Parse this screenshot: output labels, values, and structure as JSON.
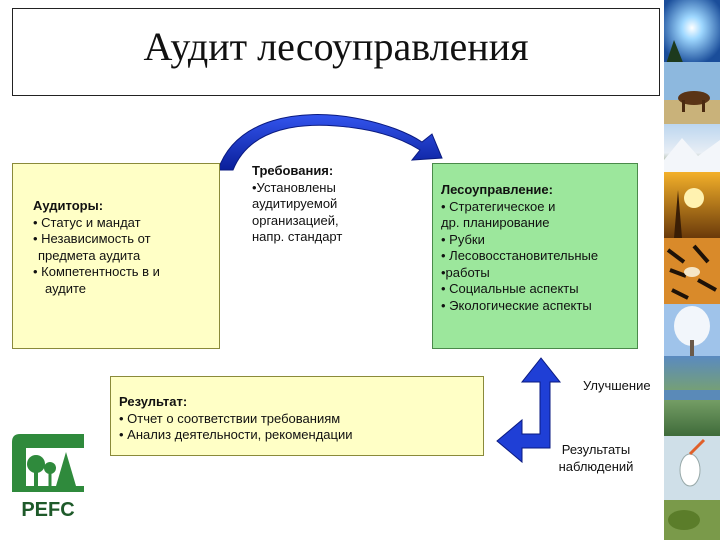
{
  "title": "Аудит лесоуправления",
  "auditors": {
    "heading": "Аудиторы:",
    "lines": [
      "• Статус и мандат",
      "• Независимость от",
      "предмета аудита",
      "• Компетентность в и",
      "аудите"
    ]
  },
  "requirements": {
    "heading": "Требования:",
    "lines": [
      "•Установлены",
      "аудитируемой",
      "организацией,",
      "напр. стандарт"
    ]
  },
  "forest": {
    "heading": "Лесоуправление:",
    "lines": [
      "• Стратегическое и",
      "др. планирование",
      "• Рубки",
      "• Лесовосстановительные",
      "•работы",
      "• Социальные аспекты",
      "• Экологические аспекты"
    ]
  },
  "result": {
    "heading": "Результат:",
    "lines": [
      "• Отчет о соответствии требованиям",
      "• Анализ деятельности, рекомендации"
    ]
  },
  "improvement_label": "Улучшение",
  "observations_label": [
    "Результаты",
    "наблюдений"
  ],
  "logo": {
    "text": "PEFC",
    "colors": {
      "green": "#2f8a3c",
      "dark": "#1e5a2a"
    }
  },
  "colors": {
    "yellow_box": "#ffffc6",
    "green_box": "#9ce79c",
    "arrow_blue": "#1f3fd6"
  },
  "photo_strip": [
    "sun-photo",
    "horse-photo",
    "mountain-photo",
    "sunset-photo",
    "tiger-photo",
    "snow-tree-photo",
    "lake-photo",
    "stork-photo"
  ]
}
